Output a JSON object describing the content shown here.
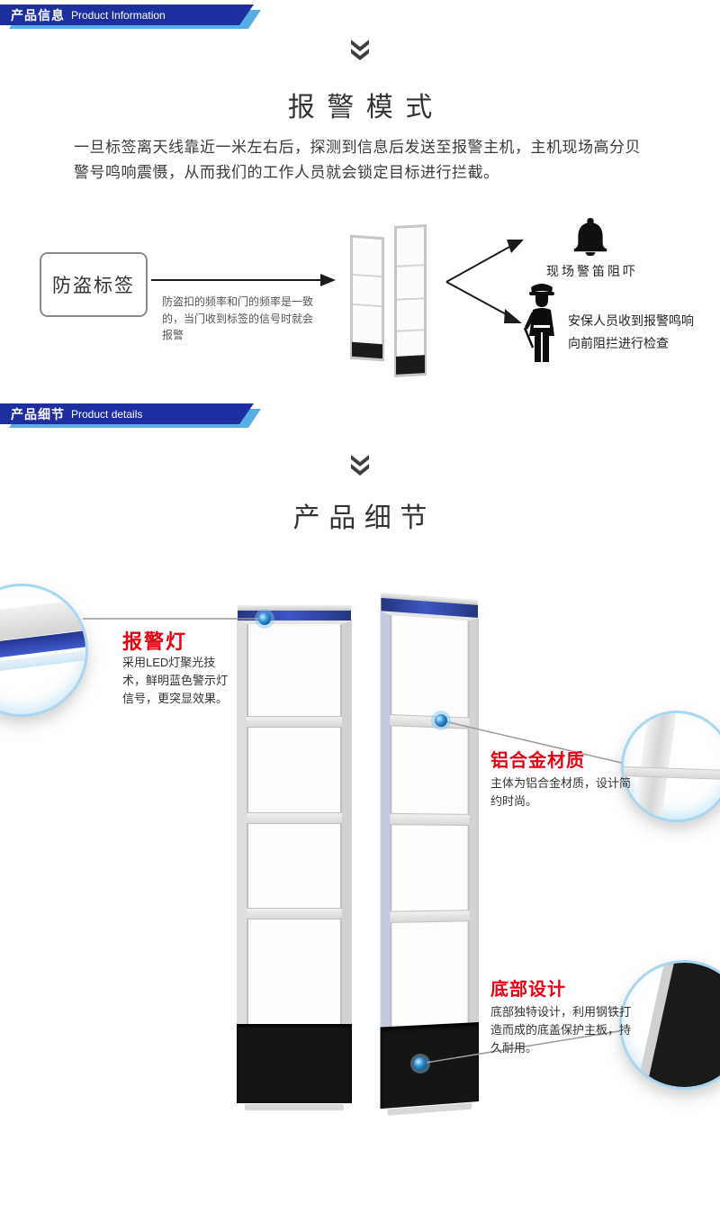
{
  "colors": {
    "header_blue": "#1d2f9f",
    "accent_blue": "#56aee4",
    "callout_red": "#e60012",
    "dot_blue": "#2e8fd8"
  },
  "section_info": {
    "header_cn": "产品信息",
    "header_en": "Product Information",
    "title": "报警模式",
    "description": "一旦标签离天线靠近一米左右后，探测到信息后发送至报警主机，主机现场高分贝警号鸣响震慑，从而我们的工作人员就会锁定目标进行拦截。",
    "tag_box_label": "防盗标签",
    "tag_note": "防盗扣的频率和门的频率是一致的，当门收到标签的信号时就会报警",
    "outcome_siren": "现场警笛阻吓",
    "outcome_guard_line1": "安保人员收到报警鸣响",
    "outcome_guard_line2": "向前阻拦进行检查"
  },
  "section_details": {
    "header_cn": "产品细节",
    "header_en": "Product details",
    "title": "产品细节",
    "callouts": [
      {
        "title": "报警灯",
        "desc": "采用LED灯聚光技术，鲜明蓝色警示灯信号，更突显效果。"
      },
      {
        "title": "铝合金材质",
        "desc": "主体为铝合金材质，设计简约时尚。"
      },
      {
        "title": "底部设计",
        "desc": "底部独特设计，利用钢铁打造而成的底盖保护主板，持久耐用。"
      }
    ]
  }
}
